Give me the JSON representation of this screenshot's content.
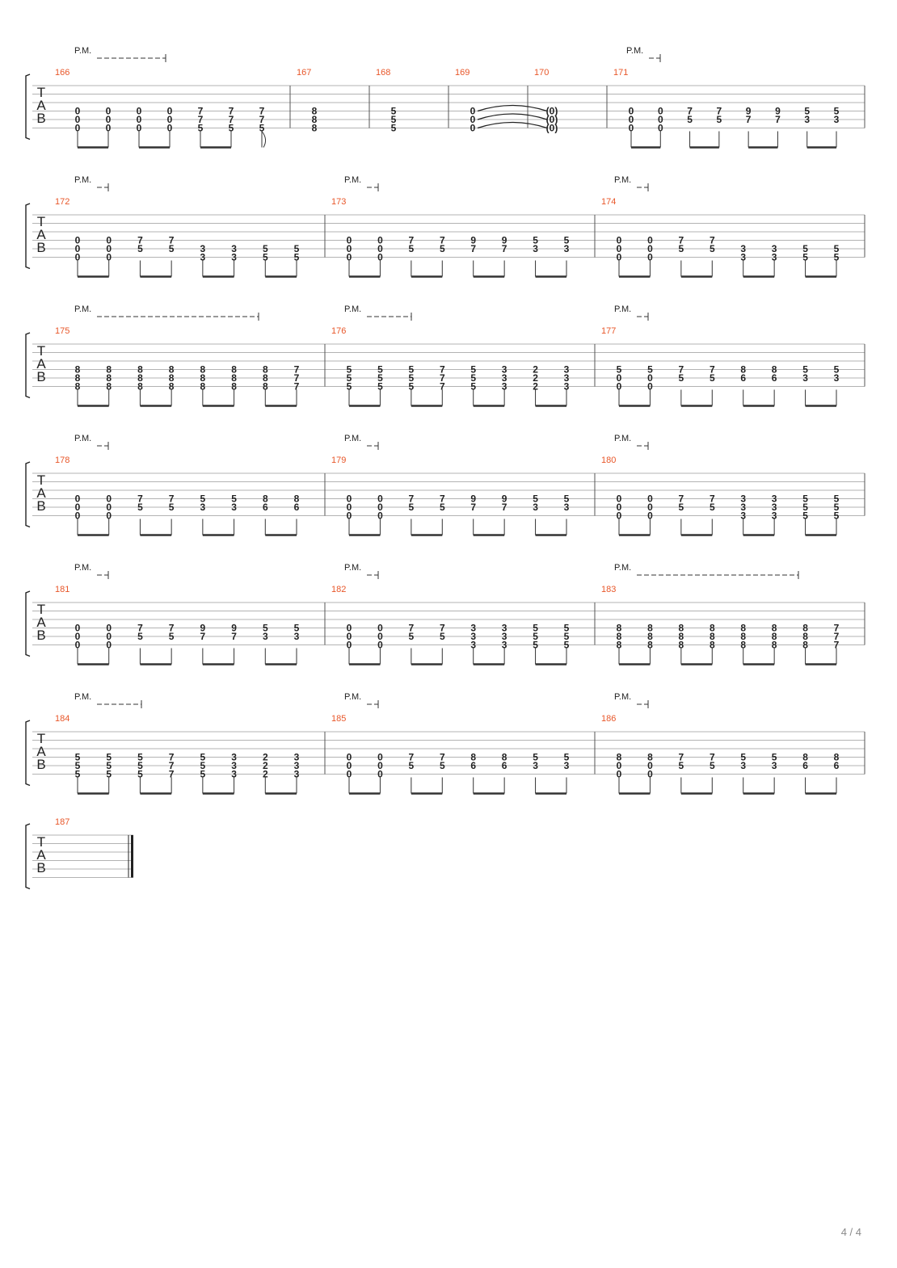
{
  "page_number": "4 / 4",
  "tab_label": [
    "T",
    "A",
    "B"
  ],
  "pm_label": "P.M.",
  "colors": {
    "measure_number": "#e8572a",
    "ink": "#222222",
    "staff_line": "#b3b3b3"
  },
  "systems": [
    {
      "measures": [
        {
          "number": "166",
          "pm": "long",
          "beats": [
            [
              "0",
              "0",
              "0"
            ],
            [
              "0",
              "0",
              "0"
            ],
            [
              "0",
              "0",
              "0"
            ],
            [
              "0",
              "0",
              "0"
            ],
            [
              "7",
              "7",
              "5"
            ],
            [
              "7",
              "7",
              "5"
            ],
            [
              "7",
              "7",
              "5"
            ]
          ]
        },
        {
          "number": "167",
          "beats": [
            [
              "8",
              "8",
              "8"
            ]
          ]
        },
        {
          "number": "168",
          "beats": [
            [
              "5",
              "5",
              "5"
            ]
          ]
        },
        {
          "number": "169",
          "tie": true,
          "beats": [
            [
              "0",
              "0",
              "0"
            ]
          ]
        },
        {
          "number": "170",
          "beats": [
            [
              "(0)",
              "(0)",
              "(0)"
            ]
          ]
        },
        {
          "number": "171",
          "pm": "short",
          "beats": [
            [
              "0",
              "0",
              "0"
            ],
            [
              "0",
              "0",
              "0"
            ],
            [
              "7",
              "5",
              ""
            ],
            [
              "7",
              "5",
              ""
            ],
            [
              "9",
              "7",
              ""
            ],
            [
              "9",
              "7",
              ""
            ],
            [
              "5",
              "3",
              ""
            ],
            [
              "5",
              "3",
              ""
            ]
          ]
        }
      ]
    },
    {
      "measures": [
        {
          "number": "172",
          "pm": "short",
          "beats": [
            [
              "0",
              "0",
              "0"
            ],
            [
              "0",
              "0",
              "0"
            ],
            [
              "7",
              "5",
              ""
            ],
            [
              "7",
              "5",
              ""
            ],
            [
              "",
              "3",
              "3"
            ],
            [
              "",
              "3",
              "3"
            ],
            [
              "",
              "5",
              "5"
            ],
            [
              "",
              "5",
              "5"
            ]
          ]
        },
        {
          "number": "173",
          "pm": "short",
          "beats": [
            [
              "0",
              "0",
              "0"
            ],
            [
              "0",
              "0",
              "0"
            ],
            [
              "7",
              "5",
              ""
            ],
            [
              "7",
              "5",
              ""
            ],
            [
              "9",
              "7",
              ""
            ],
            [
              "9",
              "7",
              ""
            ],
            [
              "5",
              "3",
              ""
            ],
            [
              "5",
              "3",
              ""
            ]
          ]
        },
        {
          "number": "174",
          "pm": "short",
          "beats": [
            [
              "0",
              "0",
              "0"
            ],
            [
              "0",
              "0",
              "0"
            ],
            [
              "7",
              "5",
              ""
            ],
            [
              "7",
              "5",
              ""
            ],
            [
              "",
              "3",
              "3"
            ],
            [
              "",
              "3",
              "3"
            ],
            [
              "",
              "5",
              "5"
            ],
            [
              "",
              "5",
              "5"
            ]
          ]
        }
      ]
    },
    {
      "measures": [
        {
          "number": "175",
          "pm": "long",
          "beats": [
            [
              "8",
              "8",
              "8"
            ],
            [
              "8",
              "8",
              "8"
            ],
            [
              "8",
              "8",
              "8"
            ],
            [
              "8",
              "8",
              "8"
            ],
            [
              "8",
              "8",
              "8"
            ],
            [
              "8",
              "8",
              "8"
            ],
            [
              "8",
              "8",
              "8"
            ],
            [
              "7",
              "7",
              "7"
            ]
          ]
        },
        {
          "number": "176",
          "pm": "mid",
          "beats": [
            [
              "5",
              "5",
              "5"
            ],
            [
              "5",
              "5",
              "5"
            ],
            [
              "5",
              "5",
              "5"
            ],
            [
              "7",
              "7",
              "7"
            ],
            [
              "5",
              "5",
              "5"
            ],
            [
              "3",
              "3",
              "3"
            ],
            [
              "2",
              "2",
              "2"
            ],
            [
              "3",
              "3",
              "3"
            ]
          ]
        },
        {
          "number": "177",
          "pm": "short",
          "beats": [
            [
              "5",
              "0",
              "0"
            ],
            [
              "5",
              "0",
              "0"
            ],
            [
              "7",
              "5",
              ""
            ],
            [
              "7",
              "5",
              ""
            ],
            [
              "8",
              "6",
              ""
            ],
            [
              "8",
              "6",
              ""
            ],
            [
              "5",
              "3",
              ""
            ],
            [
              "5",
              "3",
              ""
            ]
          ]
        }
      ]
    },
    {
      "measures": [
        {
          "number": "178",
          "pm": "short",
          "beats": [
            [
              "0",
              "0",
              "0"
            ],
            [
              "0",
              "0",
              "0"
            ],
            [
              "7",
              "5",
              ""
            ],
            [
              "7",
              "5",
              ""
            ],
            [
              "5",
              "3",
              ""
            ],
            [
              "5",
              "3",
              ""
            ],
            [
              "8",
              "6",
              ""
            ],
            [
              "8",
              "6",
              ""
            ]
          ]
        },
        {
          "number": "179",
          "pm": "short",
          "beats": [
            [
              "0",
              "0",
              "0"
            ],
            [
              "0",
              "0",
              "0"
            ],
            [
              "7",
              "5",
              ""
            ],
            [
              "7",
              "5",
              ""
            ],
            [
              "9",
              "7",
              ""
            ],
            [
              "9",
              "7",
              ""
            ],
            [
              "5",
              "3",
              ""
            ],
            [
              "5",
              "3",
              ""
            ]
          ]
        },
        {
          "number": "180",
          "pm": "short",
          "beats": [
            [
              "0",
              "0",
              "0"
            ],
            [
              "0",
              "0",
              "0"
            ],
            [
              "7",
              "5",
              ""
            ],
            [
              "7",
              "5",
              ""
            ],
            [
              "3",
              "3",
              "3"
            ],
            [
              "3",
              "3",
              "3"
            ],
            [
              "5",
              "5",
              "5"
            ],
            [
              "5",
              "5",
              "5"
            ]
          ]
        }
      ]
    },
    {
      "measures": [
        {
          "number": "181",
          "pm": "short",
          "beats": [
            [
              "0",
              "0",
              "0"
            ],
            [
              "0",
              "0",
              "0"
            ],
            [
              "7",
              "5",
              ""
            ],
            [
              "7",
              "5",
              ""
            ],
            [
              "9",
              "7",
              ""
            ],
            [
              "9",
              "7",
              ""
            ],
            [
              "5",
              "3",
              ""
            ],
            [
              "5",
              "3",
              ""
            ]
          ]
        },
        {
          "number": "182",
          "pm": "short",
          "beats": [
            [
              "0",
              "0",
              "0"
            ],
            [
              "0",
              "0",
              "0"
            ],
            [
              "7",
              "5",
              ""
            ],
            [
              "7",
              "5",
              ""
            ],
            [
              "3",
              "3",
              "3"
            ],
            [
              "3",
              "3",
              "3"
            ],
            [
              "5",
              "5",
              "5"
            ],
            [
              "5",
              "5",
              "5"
            ]
          ]
        },
        {
          "number": "183",
          "pm": "long",
          "beats": [
            [
              "8",
              "8",
              "8"
            ],
            [
              "8",
              "8",
              "8"
            ],
            [
              "8",
              "8",
              "8"
            ],
            [
              "8",
              "8",
              "8"
            ],
            [
              "8",
              "8",
              "8"
            ],
            [
              "8",
              "8",
              "8"
            ],
            [
              "8",
              "8",
              "8"
            ],
            [
              "7",
              "7",
              "7"
            ]
          ]
        }
      ]
    },
    {
      "measures": [
        {
          "number": "184",
          "pm": "mid",
          "beats": [
            [
              "5",
              "5",
              "5"
            ],
            [
              "5",
              "5",
              "5"
            ],
            [
              "5",
              "5",
              "5"
            ],
            [
              "7",
              "7",
              "7"
            ],
            [
              "5",
              "5",
              "5"
            ],
            [
              "3",
              "3",
              "3"
            ],
            [
              "2",
              "2",
              "2"
            ],
            [
              "3",
              "3",
              "3"
            ]
          ]
        },
        {
          "number": "185",
          "pm": "short",
          "beats": [
            [
              "0",
              "0",
              "0"
            ],
            [
              "0",
              "0",
              "0"
            ],
            [
              "7",
              "5",
              ""
            ],
            [
              "7",
              "5",
              ""
            ],
            [
              "8",
              "6",
              ""
            ],
            [
              "8",
              "6",
              ""
            ],
            [
              "5",
              "3",
              ""
            ],
            [
              "5",
              "3",
              ""
            ]
          ]
        },
        {
          "number": "186",
          "pm": "short",
          "beats": [
            [
              "8",
              "0",
              "0"
            ],
            [
              "8",
              "0",
              "0"
            ],
            [
              "7",
              "5",
              ""
            ],
            [
              "7",
              "5",
              ""
            ],
            [
              "5",
              "3",
              ""
            ],
            [
              "5",
              "3",
              ""
            ],
            [
              "8",
              "6",
              ""
            ],
            [
              "8",
              "6",
              ""
            ]
          ]
        }
      ]
    },
    {
      "measures": [
        {
          "number": "187",
          "final": true,
          "beats": []
        }
      ]
    }
  ]
}
